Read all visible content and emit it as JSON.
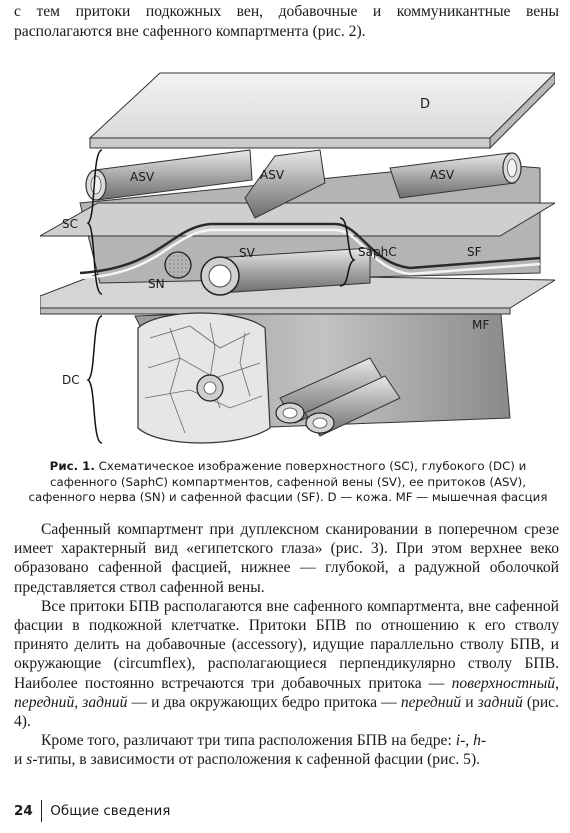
{
  "intro_text": "с тем притоки подкожных вен, добавочные и коммуникантные вены располагаются вне сафенного компартмента (рис. 2).",
  "figure": {
    "labels": {
      "D": "D",
      "ASV1": "ASV",
      "ASV2": "ASV",
      "ASV3": "ASV",
      "SC": "SC",
      "SV": "SV",
      "SN": "SN",
      "SaphC": "SaphC",
      "SF": "SF",
      "MF": "MF",
      "DC": "DC"
    },
    "caption_label": "Рис. 1.",
    "caption_text": "Схематическое изображение поверхностного (SC), глубокого (DC) и сафенного (SaphC) компартментов, сафенной вены (SV), ее притоков (ASV), сафенного нерва (SN) и сафенной фасции (SF). D — кожа. MF — мышечная фасция"
  },
  "paragraphs": {
    "p1": "Сафенный компартмент при дуплексном сканировании в поперечном срезе имеет характерный вид «египетского глаза» (рис. 3). При этом верхнее веко образовано сафенной фасцией, нижнее — глубокой, а радужной оболочкой представляется ствол сафенной вены.",
    "p2_a": "Все притоки БПВ располагаются вне сафенного компартмента, вне сафенной фасции в подкожной клетчатке. Притоки БПВ по отношению к его стволу принято делить на добавочные (accessory), идущие параллельно стволу БПВ, и окружающие (circumflex), располагающиеся перпендикулярно стволу БПВ. Наиболее постоянно встречаются три добавочных притока — ",
    "p2_i1": "поверхностный",
    "p2_s1": ", ",
    "p2_i2": "передний",
    "p2_s2": ", ",
    "p2_i3": "задний",
    "p2_b": " — и два окружающих бедро притока — ",
    "p2_i4": "передний",
    "p2_c": " и ",
    "p2_i5": "задний",
    "p2_d": " (рис. 4).",
    "p3_a": "Кроме того, различают три типа расположения БПВ на бедре: ",
    "p3_i1": "i",
    "p3_s1": "-, ",
    "p3_i2": "h",
    "p3_s2": "-",
    "p3_s3": "и ",
    "p3_i3": "s",
    "p3_b": "-типы, в зависимости от расположения к сафенной фасции (рис. 5)."
  },
  "footer": {
    "page_number": "24",
    "section": "Общие сведения"
  }
}
